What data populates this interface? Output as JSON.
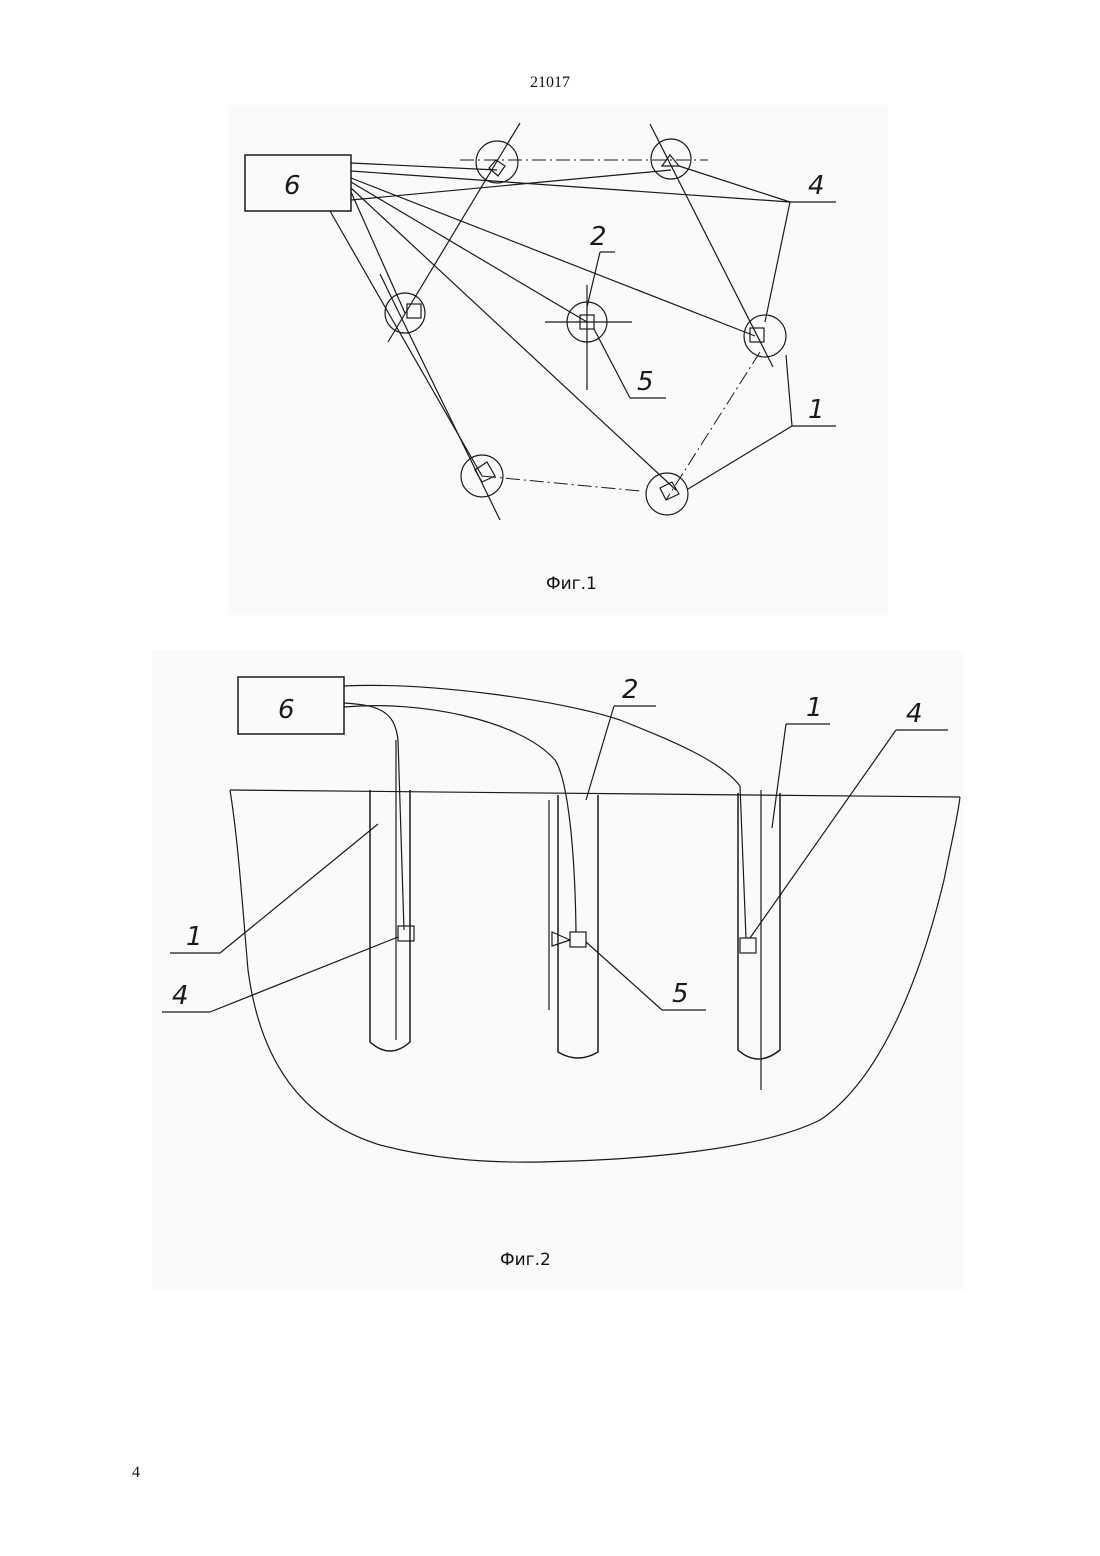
{
  "header": {
    "page_code": "21017"
  },
  "footer": {
    "page_number": "4"
  },
  "figure1": {
    "caption": "Фиг.1",
    "labels": {
      "controller": "6",
      "center_well": "2",
      "sensor_center": "5",
      "sensors": "4",
      "wells": "1"
    }
  },
  "figure2": {
    "caption": "Фиг.2",
    "labels": {
      "controller": "6",
      "center_well": "2",
      "well_right": "1",
      "sensor_right": "4",
      "well_left": "1",
      "sensor_left": "4",
      "sensor_center": "5"
    }
  }
}
